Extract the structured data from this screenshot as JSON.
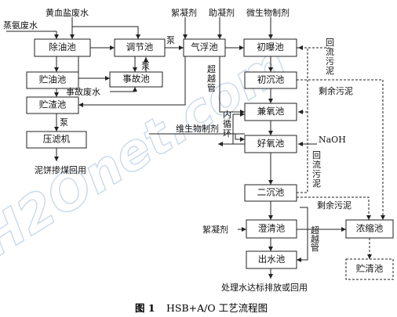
{
  "watermark": "H2Onet.com",
  "boxes": {
    "chuyouchi": "除油池",
    "tiaojiechi": "调节池",
    "qifuchi": "气浮池",
    "chubaochi": "初曝池",
    "zhuyouchi": "贮油池",
    "shiguchi": "事故池",
    "chuchenchi": "初沉池",
    "zhuzhachi": "贮渣池",
    "jianyangchi": "兼氧池",
    "yalvji": "压滤机",
    "haoyangchi": "好氧池",
    "erchenchi": "二沉池",
    "chengqingchi": "澄清池",
    "nongsuochi": "浓缩池",
    "chushuichi": "出水池",
    "zhuqingchi": "贮清池"
  },
  "labels": {
    "anfei": "蒸氨废水",
    "huangxue": "黄血盐废水",
    "xuenji1": "絮凝剂",
    "zhuning": "助凝剂",
    "weishengwu1": "微生物制剂",
    "beng1": "泵",
    "beng2": "泵",
    "beng3": "泵",
    "shigu_feishui": "事故废水",
    "huiliu1": "回流污泥",
    "shengyu1": "剩余污泥",
    "chaoyue1": "超越管",
    "neixunhuan": "内循环",
    "weishengwu2": "维生物制剂",
    "naoh": "NaOH",
    "huiliu2": "回流污泥",
    "shengyu2": "剩余污泥",
    "xuenji2": "絮凝剂",
    "chaoyue2": "超越管",
    "nibing": "泥饼掺煤回用",
    "discharge": "处理水达标排放或回用"
  },
  "caption": {
    "prefix": "图 1",
    "title": "HSB+A/O 工艺流程图"
  }
}
